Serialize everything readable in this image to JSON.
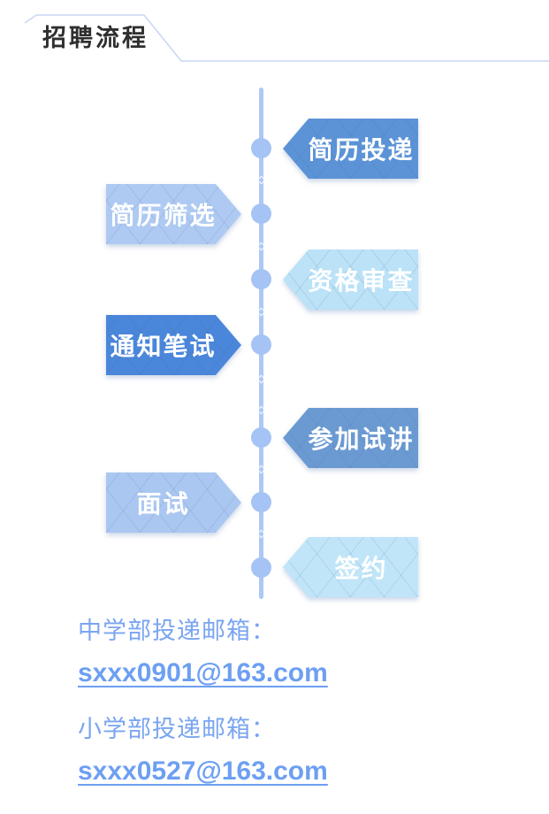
{
  "header": {
    "title": "招聘流程"
  },
  "flow": {
    "items": [
      {
        "label": "简历投递",
        "side": "right",
        "color": "#5b93d6"
      },
      {
        "label": "简历筛选",
        "side": "left",
        "color": "#aecaf2"
      },
      {
        "label": "资格审查",
        "side": "right",
        "color": "#bbe2f7"
      },
      {
        "label": "通知笔试",
        "side": "left",
        "color": "#4a86da"
      },
      {
        "label": "参加试讲",
        "side": "right",
        "color": "#6b9ad2"
      },
      {
        "label": "面试",
        "side": "left",
        "color": "#aac7f1"
      },
      {
        "label": "签约",
        "side": "right",
        "color": "#c0e5f8"
      }
    ],
    "line_color": "#abc8f6",
    "dot_color": "#a5c3f4"
  },
  "contacts": [
    {
      "label": "中学部投递邮箱：",
      "email": "sxxx0901@163.com"
    },
    {
      "label": "小学部投递邮箱：",
      "email": "sxxx0527@163.com"
    }
  ],
  "colors": {
    "header_text": "#2f2f2f",
    "header_outline": "#c9d7f3",
    "contact_label": "#7aa5f1",
    "contact_email": "#6d9ff2",
    "banner_text": "#ffffff",
    "background": "#ffffff"
  }
}
